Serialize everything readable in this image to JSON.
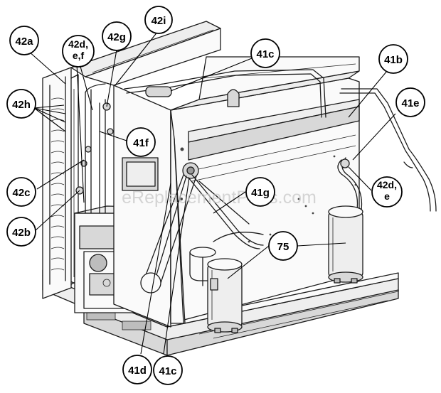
{
  "watermark": "eReplacementParts.com",
  "callouts": {
    "c42a": "42a",
    "c42d_line1": "42d,",
    "c42d_line2": "e,f",
    "c42g": "42g",
    "c42i": "42i",
    "c41c_top": "41c",
    "c41b": "41b",
    "c42h": "42h",
    "c41e": "41e",
    "c41f": "41f",
    "c42c": "42c",
    "c41g": "41g",
    "c42de_line1": "42d,",
    "c42de_line2": "e",
    "c42b": "42b",
    "c75": "75",
    "c41d": "41d",
    "c41c_bottom": "41c"
  }
}
